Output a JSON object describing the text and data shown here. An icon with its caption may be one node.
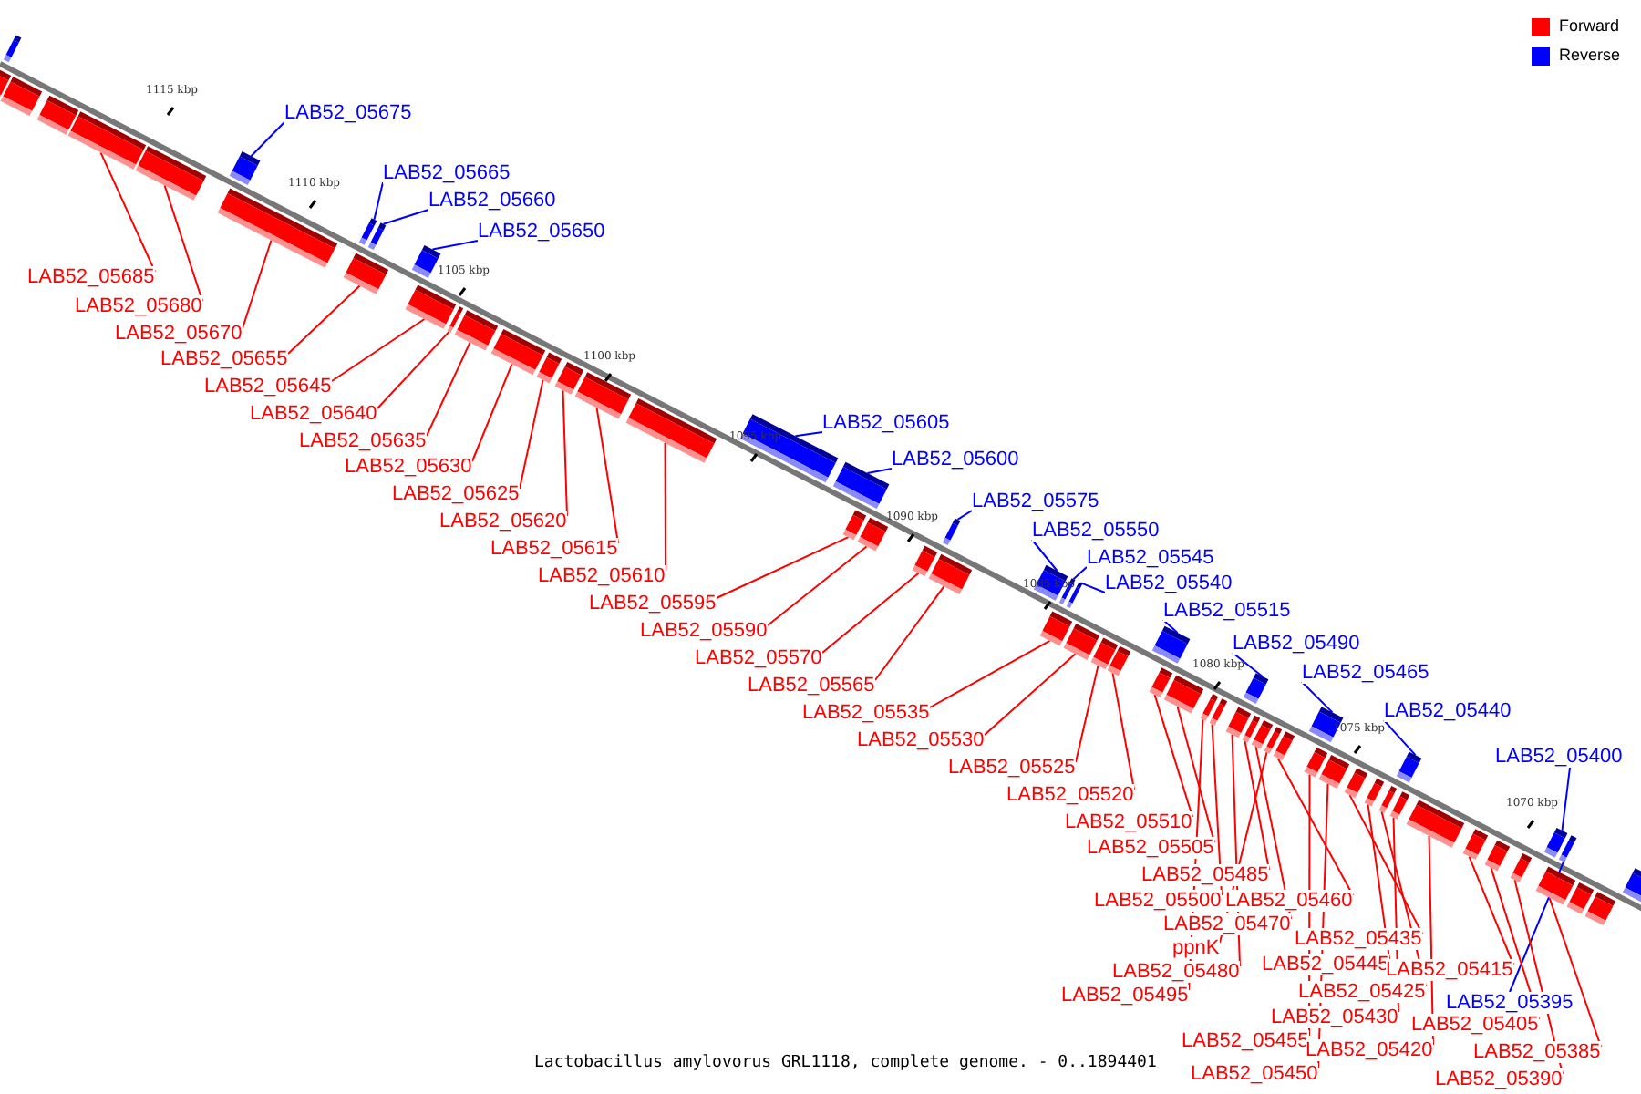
{
  "diagram": {
    "caption": "Lactobacillus amylovorus GRL1118, complete genome. - 0..1894401",
    "nodes": [
      {
        "text": [
          "LAB52_05675"
        ]
      },
      {
        "text": [
          "LAB52_05665"
        ]
      },
      {
        "text": [
          "LAB52_05660"
        ]
      },
      {
        "text": [
          "LAB52_05650"
        ]
      },
      {
        "text": [
          "LAB52_05685"
        ]
      },
      {
        "text": [
          "LAB52_05680"
        ]
      },
      {
        "text": [
          "LAB52_05670"
        ]
      },
      {
        "text": [
          "LAB52_05655"
        ]
      },
      {
        "text": [
          "LAB52_05645"
        ]
      },
      {
        "text": [
          "LAB52_05640"
        ]
      },
      {
        "text": [
          "LAB52_05605"
        ]
      },
      {
        "text": [
          "LAB52_05635"
        ]
      },
      {
        "text": [
          "LAB52_05600"
        ]
      },
      {
        "text": [
          "LAB52_05630"
        ]
      },
      {
        "text": [
          "LAB52_05625"
        ]
      },
      {
        "text": [
          "LAB52_05575"
        ]
      },
      {
        "text": [
          "LAB52_05620"
        ]
      },
      {
        "text": [
          "LAB52_05550"
        ]
      },
      {
        "text": [
          "LAB52_05615"
        ]
      },
      {
        "text": [
          "LAB52_05545"
        ]
      },
      {
        "text": [
          "LAB52_05610"
        ]
      },
      {
        "text": [
          "LAB52_05540"
        ]
      },
      {
        "text": [
          "LAB52_05595"
        ]
      },
      {
        "text": [
          "LAB52_05515"
        ]
      },
      {
        "text": [
          "LAB52_05590"
        ]
      },
      {
        "text": [
          "LAB52_05490"
        ]
      },
      {
        "text": [
          "LAB52_05570"
        ]
      },
      {
        "text": [
          "LAB52_05465"
        ]
      },
      {
        "text": [
          "LAB52_05565"
        ]
      },
      {
        "text": [
          "LAB52_05440"
        ]
      },
      {
        "text": [
          "LAB52_05535"
        ]
      },
      {
        "text": [
          "LAB52_05530"
        ]
      },
      {
        "text": [
          "LAB52_05400"
        ]
      },
      {
        "text": [
          "LAB52_05525"
        ]
      },
      {
        "text": [
          "LAB52_05520"
        ]
      },
      {
        "text": [
          "LAB52_05510"
        ]
      },
      {
        "text": [
          "LAB52_05505"
        ]
      },
      {
        "text": [
          "LAB52_05485"
        ]
      },
      {
        "text": [
          "LAB52_05500"
        ]
      },
      {
        "text": [
          "LAB52_05460"
        ]
      },
      {
        "text": [
          "LAB52_05470"
        ]
      },
      {
        "text": [
          "LAB52_05435"
        ]
      },
      {
        "text": [
          "ppnK"
        ]
      },
      {
        "text": [
          "LAB52_05445"
        ]
      },
      {
        "text": [
          "LAB52_05415"
        ]
      },
      {
        "text": [
          "LAB52_05480"
        ]
      },
      {
        "text": [
          "LAB52_05425"
        ]
      },
      {
        "text": [
          "LAB52_05495"
        ]
      },
      {
        "text": [
          "LAB52_05395"
        ]
      },
      {
        "text": [
          "LAB52_05430"
        ]
      },
      {
        "text": [
          "LAB52_05405"
        ]
      },
      {
        "text": [
          "LAB52_05455"
        ]
      },
      {
        "text": [
          "LAB52_05420"
        ]
      },
      {
        "text": [
          "LAB52_05385"
        ]
      },
      {
        "text": [
          "LAB52_05450"
        ]
      },
      {
        "text": [
          "LAB52_05390"
        ]
      },
      {
        "text": [],
        "shape": "bar"
      },
      {
        "text": [],
        "shape": "bar"
      },
      {
        "text": [],
        "shape": "bar"
      },
      {
        "text": [],
        "shape": "bar"
      },
      {
        "text": [],
        "shape": "bar"
      },
      {
        "text": [],
        "shape": "bar"
      },
      {
        "text": [],
        "shape": "bar"
      },
      {
        "text": [],
        "shape": "bar"
      },
      {
        "text": [],
        "shape": "bar"
      },
      {
        "text": [],
        "shape": "bar"
      },
      {
        "text": [],
        "shape": "bar"
      },
      {
        "text": [],
        "shape": "bar"
      },
      {
        "text": [],
        "shape": "bar"
      },
      {
        "text": [],
        "shape": "bar"
      },
      {
        "text": [],
        "shape": "bar"
      },
      {
        "text": [],
        "shape": "bar"
      },
      {
        "text": [],
        "shape": "bar"
      },
      {
        "text": [],
        "shape": "bar"
      },
      {
        "text": [],
        "shape": "bar"
      },
      {
        "text": [],
        "shape": "bar"
      },
      {
        "text": [],
        "shape": "bar"
      },
      {
        "text": [],
        "shape": "bar"
      },
      {
        "text": [],
        "shape": "bar"
      },
      {
        "text": [],
        "shape": "bar"
      },
      {
        "text": [],
        "shape": "bar"
      },
      {
        "text": [],
        "shape": "bar"
      },
      {
        "text": [],
        "shape": "bar"
      },
      {
        "text": [],
        "shape": "bar"
      },
      {
        "text": [],
        "shape": "bar"
      },
      {
        "text": [],
        "shape": "bar"
      },
      {
        "text": [],
        "shape": "bar"
      },
      {
        "text": [],
        "shape": "bar"
      },
      {
        "text": [],
        "shape": "bar"
      },
      {
        "text": [],
        "shape": "bar"
      },
      {
        "text": [],
        "shape": "bar"
      },
      {
        "text": [],
        "shape": "bar"
      },
      {
        "text": [],
        "shape": "bar"
      },
      {
        "text": [],
        "shape": "bar"
      },
      {
        "text": [],
        "shape": "bar"
      },
      {
        "text": [],
        "shape": "bar"
      },
      {
        "text": [],
        "shape": "bar"
      },
      {
        "text": [],
        "shape": "bar"
      },
      {
        "text": [],
        "shape": "bar"
      },
      {
        "text": [],
        "shape": "bar"
      },
      {
        "text": [],
        "shape": "bar"
      },
      {
        "text": [],
        "shape": "bar"
      },
      {
        "text": [],
        "shape": "bar"
      },
      {
        "text": [],
        "shape": "bar"
      },
      {
        "text": [],
        "shape": "bar"
      },
      {
        "text": [],
        "shape": "bar"
      },
      {
        "text": [],
        "shape": "bar"
      },
      {
        "text": [],
        "shape": "bar"
      },
      {
        "text": [],
        "shape": "bar"
      },
      {
        "text": [],
        "shape": "bar"
      },
      {
        "text": [],
        "shape": "bar"
      },
      {
        "text": [],
        "shape": "bar"
      },
      {
        "text": [],
        "shape": "bar"
      },
      {
        "text": [],
        "shape": "bar"
      },
      {
        "text": [],
        "shape": "bar"
      },
      {
        "text": [],
        "shape": "bar"
      },
      {
        "text": [],
        "shape": "bar"
      },
      {
        "text": [],
        "shape": "bar"
      },
      {
        "text": [],
        "shape": "bar"
      }
    ],
    "edges": [
      {
        "from": 0,
        "to": 62,
        "arrow": "none",
        "color": "#0000ff"
      },
      {
        "from": 1,
        "to": 64,
        "arrow": "none",
        "color": "#0000ff"
      },
      {
        "from": 2,
        "to": 66,
        "arrow": "none",
        "color": "#0000ff"
      },
      {
        "from": 3,
        "to": 67,
        "arrow": "none",
        "color": "#0000ff"
      },
      {
        "from": 4,
        "to": 60,
        "arrow": "none"
      },
      {
        "from": 5,
        "to": 61,
        "arrow": "none"
      },
      {
        "from": 6,
        "to": 63,
        "arrow": "none"
      },
      {
        "from": 7,
        "to": 65,
        "arrow": "none"
      },
      {
        "from": 8,
        "to": 68,
        "arrow": "none"
      },
      {
        "from": 9,
        "to": 69,
        "arrow": "none"
      },
      {
        "from": 10,
        "to": 76,
        "arrow": "none",
        "color": "#0000ff"
      },
      {
        "from": 11,
        "to": 70,
        "arrow": "none"
      },
      {
        "from": 12,
        "to": 77,
        "arrow": "none",
        "color": "#0000ff"
      },
      {
        "from": 13,
        "to": 71,
        "arrow": "none"
      },
      {
        "from": 14,
        "to": 72,
        "arrow": "none"
      },
      {
        "from": 15,
        "to": 81,
        "arrow": "none",
        "color": "#0000ff"
      },
      {
        "from": 16,
        "to": 73,
        "arrow": "none"
      },
      {
        "from": 17,
        "to": 83,
        "arrow": "none",
        "color": "#0000ff"
      },
      {
        "from": 18,
        "to": 74,
        "arrow": "none"
      },
      {
        "from": 19,
        "to": 85,
        "arrow": "none",
        "color": "#0000ff"
      },
      {
        "from": 20,
        "to": 75,
        "arrow": "none"
      },
      {
        "from": 21,
        "to": 86,
        "arrow": "none",
        "color": "#0000ff"
      },
      {
        "from": 22,
        "to": 78,
        "arrow": "none"
      },
      {
        "from": 23,
        "to": 90,
        "arrow": "none",
        "color": "#0000ff"
      },
      {
        "from": 24,
        "to": 79,
        "arrow": "none"
      },
      {
        "from": 25,
        "to": 95,
        "arrow": "none",
        "color": "#0000ff"
      },
      {
        "from": 26,
        "to": 80,
        "arrow": "none"
      },
      {
        "from": 27,
        "to": 101,
        "arrow": "none",
        "color": "#0000ff"
      },
      {
        "from": 28,
        "to": 82,
        "arrow": "none"
      },
      {
        "from": 29,
        "to": 107,
        "arrow": "none",
        "color": "#0000ff"
      },
      {
        "from": 30,
        "to": 84,
        "arrow": "none"
      },
      {
        "from": 31,
        "to": 87,
        "arrow": "none"
      },
      {
        "from": 32,
        "to": 113,
        "arrow": "none",
        "color": "#0000ff"
      },
      {
        "from": 33,
        "to": 88,
        "arrow": "none"
      },
      {
        "from": 34,
        "to": 89,
        "arrow": "none"
      },
      {
        "from": 35,
        "to": 91,
        "arrow": "none"
      },
      {
        "from": 36,
        "to": 92,
        "arrow": "none"
      },
      {
        "from": 37,
        "to": 97,
        "arrow": "none"
      },
      {
        "from": 38,
        "to": 94,
        "arrow": "none"
      },
      {
        "from": 39,
        "to": 100,
        "arrow": "none"
      },
      {
        "from": 40,
        "to": 98,
        "arrow": "none"
      },
      {
        "from": 41,
        "to": 104,
        "arrow": "none"
      },
      {
        "from": 42,
        "to": 99,
        "arrow": "none"
      },
      {
        "from": 43,
        "to": 105,
        "arrow": "none"
      },
      {
        "from": 44,
        "to": 110,
        "arrow": "none"
      },
      {
        "from": 45,
        "to": 96,
        "arrow": "none"
      },
      {
        "from": 46,
        "to": 106,
        "arrow": "none"
      },
      {
        "from": 47,
        "to": 93,
        "arrow": "none"
      },
      {
        "from": 48,
        "to": 115,
        "arrow": "none",
        "color": "#0000ff"
      },
      {
        "from": 49,
        "to": 108,
        "arrow": "none"
      },
      {
        "from": 50,
        "to": 111,
        "arrow": "none"
      },
      {
        "from": 51,
        "to": 102,
        "arrow": "none"
      },
      {
        "from": 52,
        "to": 109,
        "arrow": "none"
      },
      {
        "from": 53,
        "to": 114,
        "arrow": "none"
      },
      {
        "from": 54,
        "to": 103,
        "arrow": "none"
      },
      {
        "from": 55,
        "to": 112,
        "arrow": "none"
      }
    ],
    "labels": [
      "1115 kbp",
      "1110 kbp",
      "1105 kbp",
      "1100 kbp",
      "1095 kbp",
      "1090 kbp",
      "1085 kbp",
      "1080 kbp",
      "1075 kbp",
      "1070 kbp"
    ],
    "legend": [
      {
        "text": "Forward",
        "color": "#ff0000"
      },
      {
        "text": "Reverse",
        "color": "#0000ff"
      }
    ]
  }
}
